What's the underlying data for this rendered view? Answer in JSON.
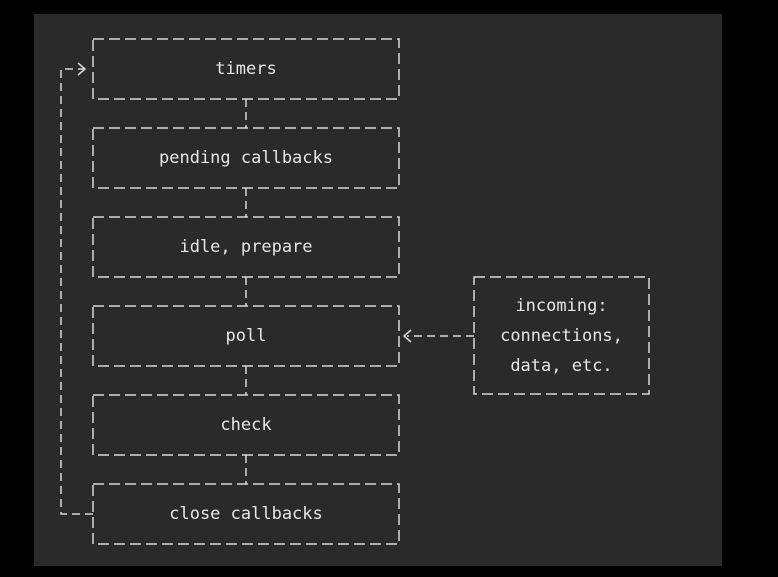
{
  "diagram": {
    "phases": [
      {
        "label": "timers"
      },
      {
        "label": "pending callbacks"
      },
      {
        "label": "idle, prepare"
      },
      {
        "label": "poll"
      },
      {
        "label": "check"
      },
      {
        "label": "close callbacks"
      }
    ],
    "incoming": {
      "lines": [
        "incoming:",
        "connections,",
        "data, etc."
      ]
    }
  },
  "colors": {
    "background": "#000000",
    "panel": "#2a2a2a",
    "stroke": "#d8d8d8",
    "text": "#e6e6e6"
  }
}
